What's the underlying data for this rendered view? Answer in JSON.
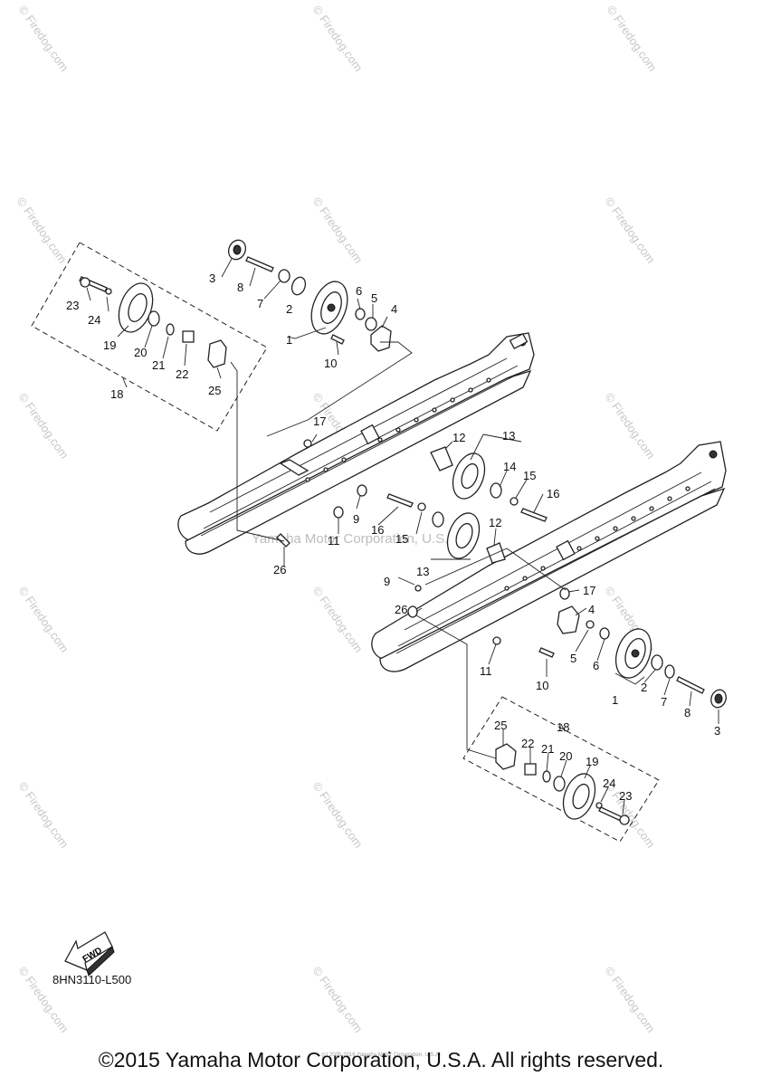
{
  "watermarks": [
    "© Firedog.com",
    "© Firedog.com",
    "© Firedog.com",
    "© Firedog.com",
    "© Firedog.com",
    "© Firedog.com",
    "© Firedog.com",
    "© Firedog.com",
    "© Firedog.com",
    "© Firedog.com",
    "© Firedog.com",
    "© Firedog.com",
    "© Firedog.com",
    "© Firedog.com",
    "© Firedog.com",
    "© Firedog.com",
    "© Firedog.com",
    "© Firedog.com"
  ],
  "center_watermark": "Yamaha Motor Corporation, U.S.A.",
  "callouts": [
    "1",
    "2",
    "3",
    "4",
    "5",
    "6",
    "7",
    "8",
    "9",
    "10",
    "11",
    "12",
    "13",
    "14",
    "15",
    "16",
    "17",
    "18",
    "19",
    "20",
    "21",
    "22",
    "23",
    "24",
    "25",
    "26"
  ],
  "fwd_label": "FWD",
  "diagram_code": "8HN3110-L500",
  "footer": "©2015 Yamaha Motor Corporation, U.S.A. All rights reserved.",
  "footer_small": "(c) 2005-2016 Yamaha Motor Corporation, U.S.A."
}
